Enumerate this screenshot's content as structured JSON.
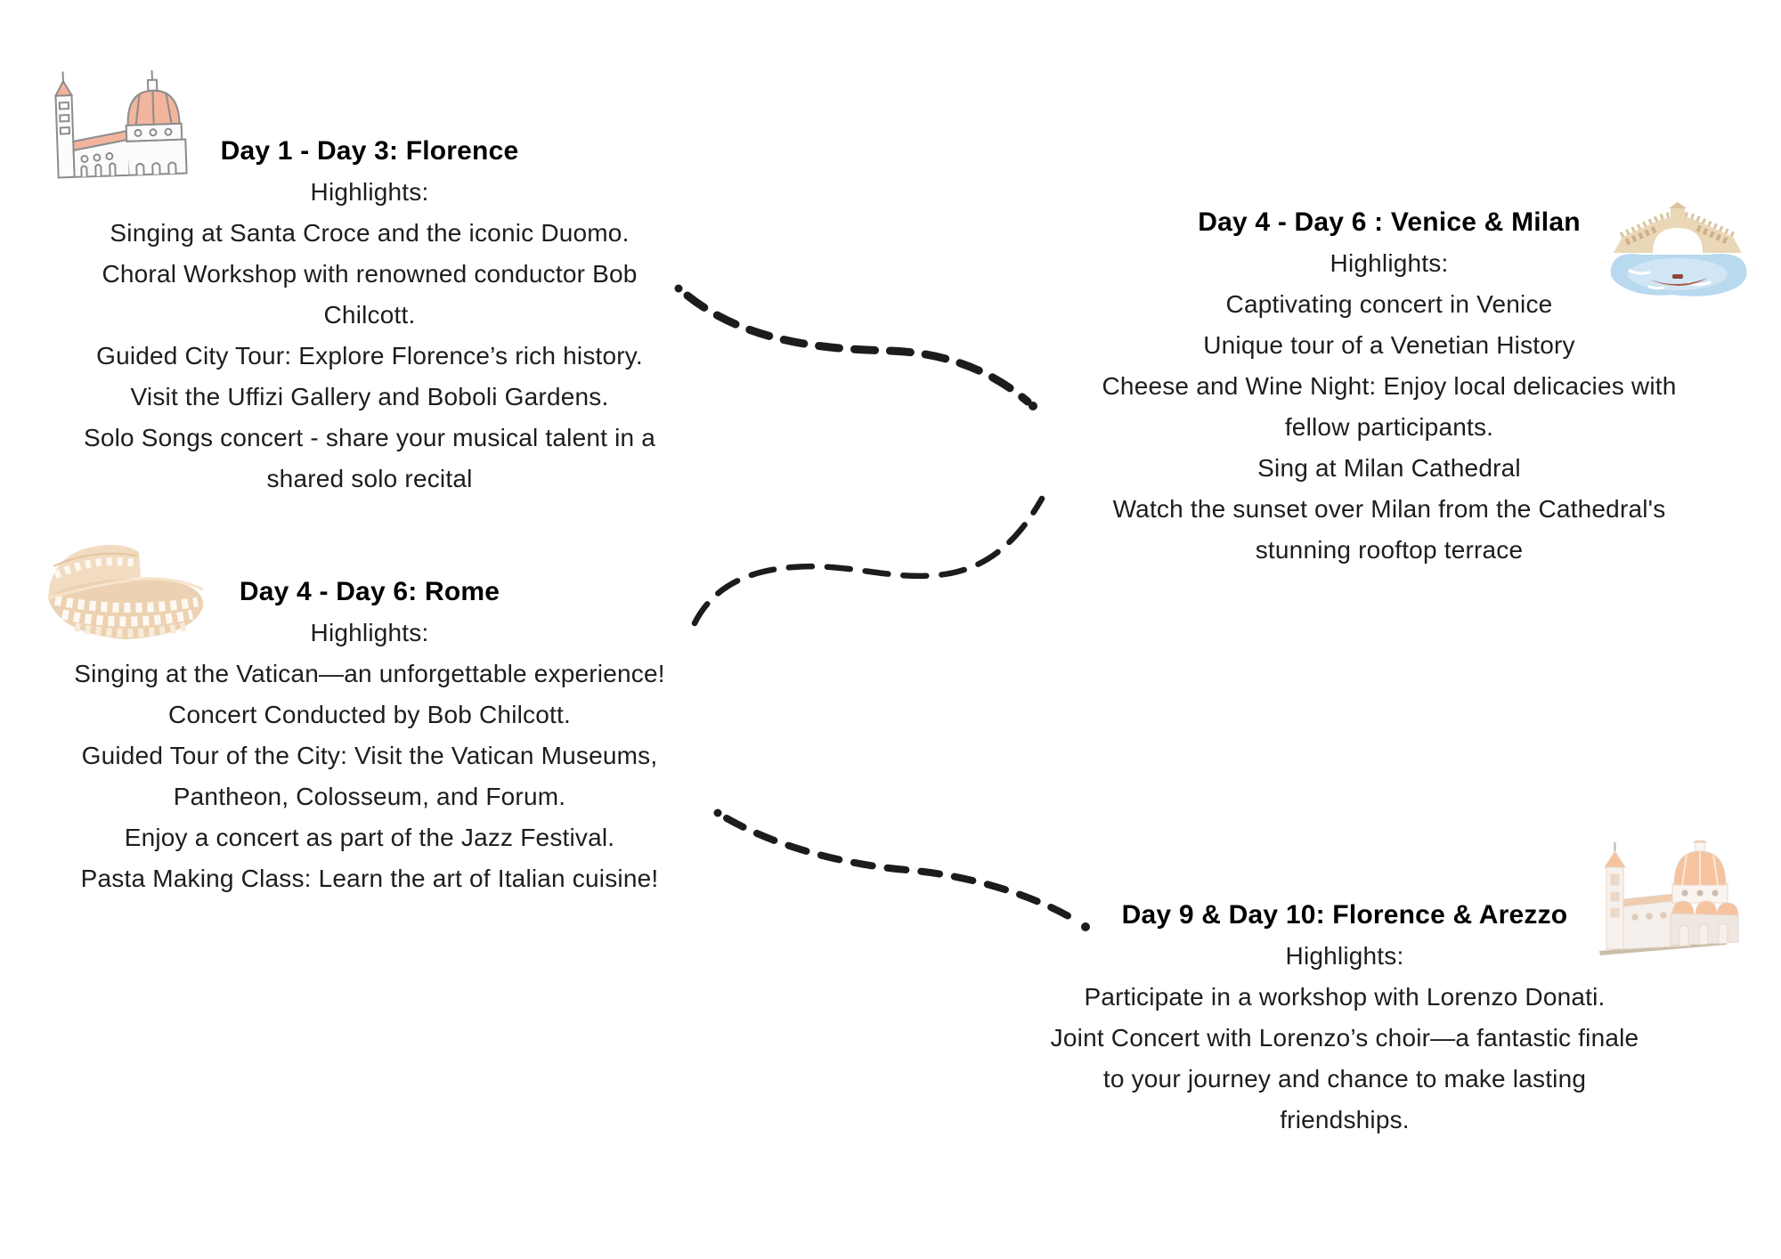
{
  "page": {
    "background": "#ffffff",
    "description_labels": {
      "highlights": "Highlights:"
    }
  },
  "colors": {
    "heading": "#000000",
    "body_text": "#1d1d1d",
    "connector": "#1c1c1c",
    "accent_peach": "#f2b49c",
    "dome_peach": "#f5c49f",
    "stone_tan": "#ecd2b2",
    "bridge_beige": "#e9d7b8",
    "water_blue": "#b9d9ef",
    "gondola_red": "#ac584a",
    "sketch_gray": "#8c8c8c",
    "cream_white": "#f7f1ed"
  },
  "illustrations": [
    {
      "name": "florence-duomo-sketch",
      "depicts": "hand-drawn Florence Duomo cathedral"
    },
    {
      "name": "colosseum",
      "depicts": "Rome Colosseum"
    },
    {
      "name": "rialto-bridge",
      "depicts": "Venice Rialto bridge with gondola on water"
    },
    {
      "name": "florence-cathedral",
      "depicts": "Florence cathedral with peach domes"
    }
  ],
  "sections": [
    {
      "id": "florence",
      "title": "Day 1 - Day 3: Florence",
      "subtitle": "Highlights:",
      "lines": [
        "Singing at Santa Croce and the iconic Duomo.",
        "Choral Workshop with renowned conductor Bob",
        "Chilcott.",
        "Guided City Tour: Explore Florence’s rich history.",
        "Visit the Uffizi Gallery and Boboli Gardens.",
        "Solo Songs concert - share your musical talent in a",
        "shared solo recital"
      ]
    },
    {
      "id": "venice-milan",
      "title": "Day 4 - Day 6 : Venice & Milan",
      "subtitle": "Highlights:",
      "lines": [
        "Captivating concert in Venice",
        "Unique tour of a Venetian History",
        "Cheese and Wine Night: Enjoy local delicacies with",
        "fellow participants.",
        "Sing at Milan Cathedral",
        "Watch the sunset over Milan from the Cathedral's",
        "stunning rooftop terrace"
      ]
    },
    {
      "id": "rome",
      "title": "Day 4 - Day 6: Rome",
      "subtitle": "Highlights:",
      "lines": [
        "Singing at the Vatican—an unforgettable experience!",
        "Concert Conducted by Bob Chilcott.",
        "Guided Tour of the City: Visit the Vatican Museums,",
        "Pantheon, Colosseum, and Forum.",
        "Enjoy a concert as part of the Jazz Festival.",
        "Pasta Making Class: Learn the art of Italian cuisine!"
      ]
    },
    {
      "id": "florence-arezzo",
      "title": "Day 9 & Day 10: Florence & Arezzo",
      "subtitle": "Highlights:",
      "lines": [
        "Participate in a workshop with Lorenzo Donati.",
        "Joint Concert with Lorenzo’s choir—a fantastic finale",
        "to your journey and chance to make lasting",
        "friendships."
      ]
    }
  ]
}
